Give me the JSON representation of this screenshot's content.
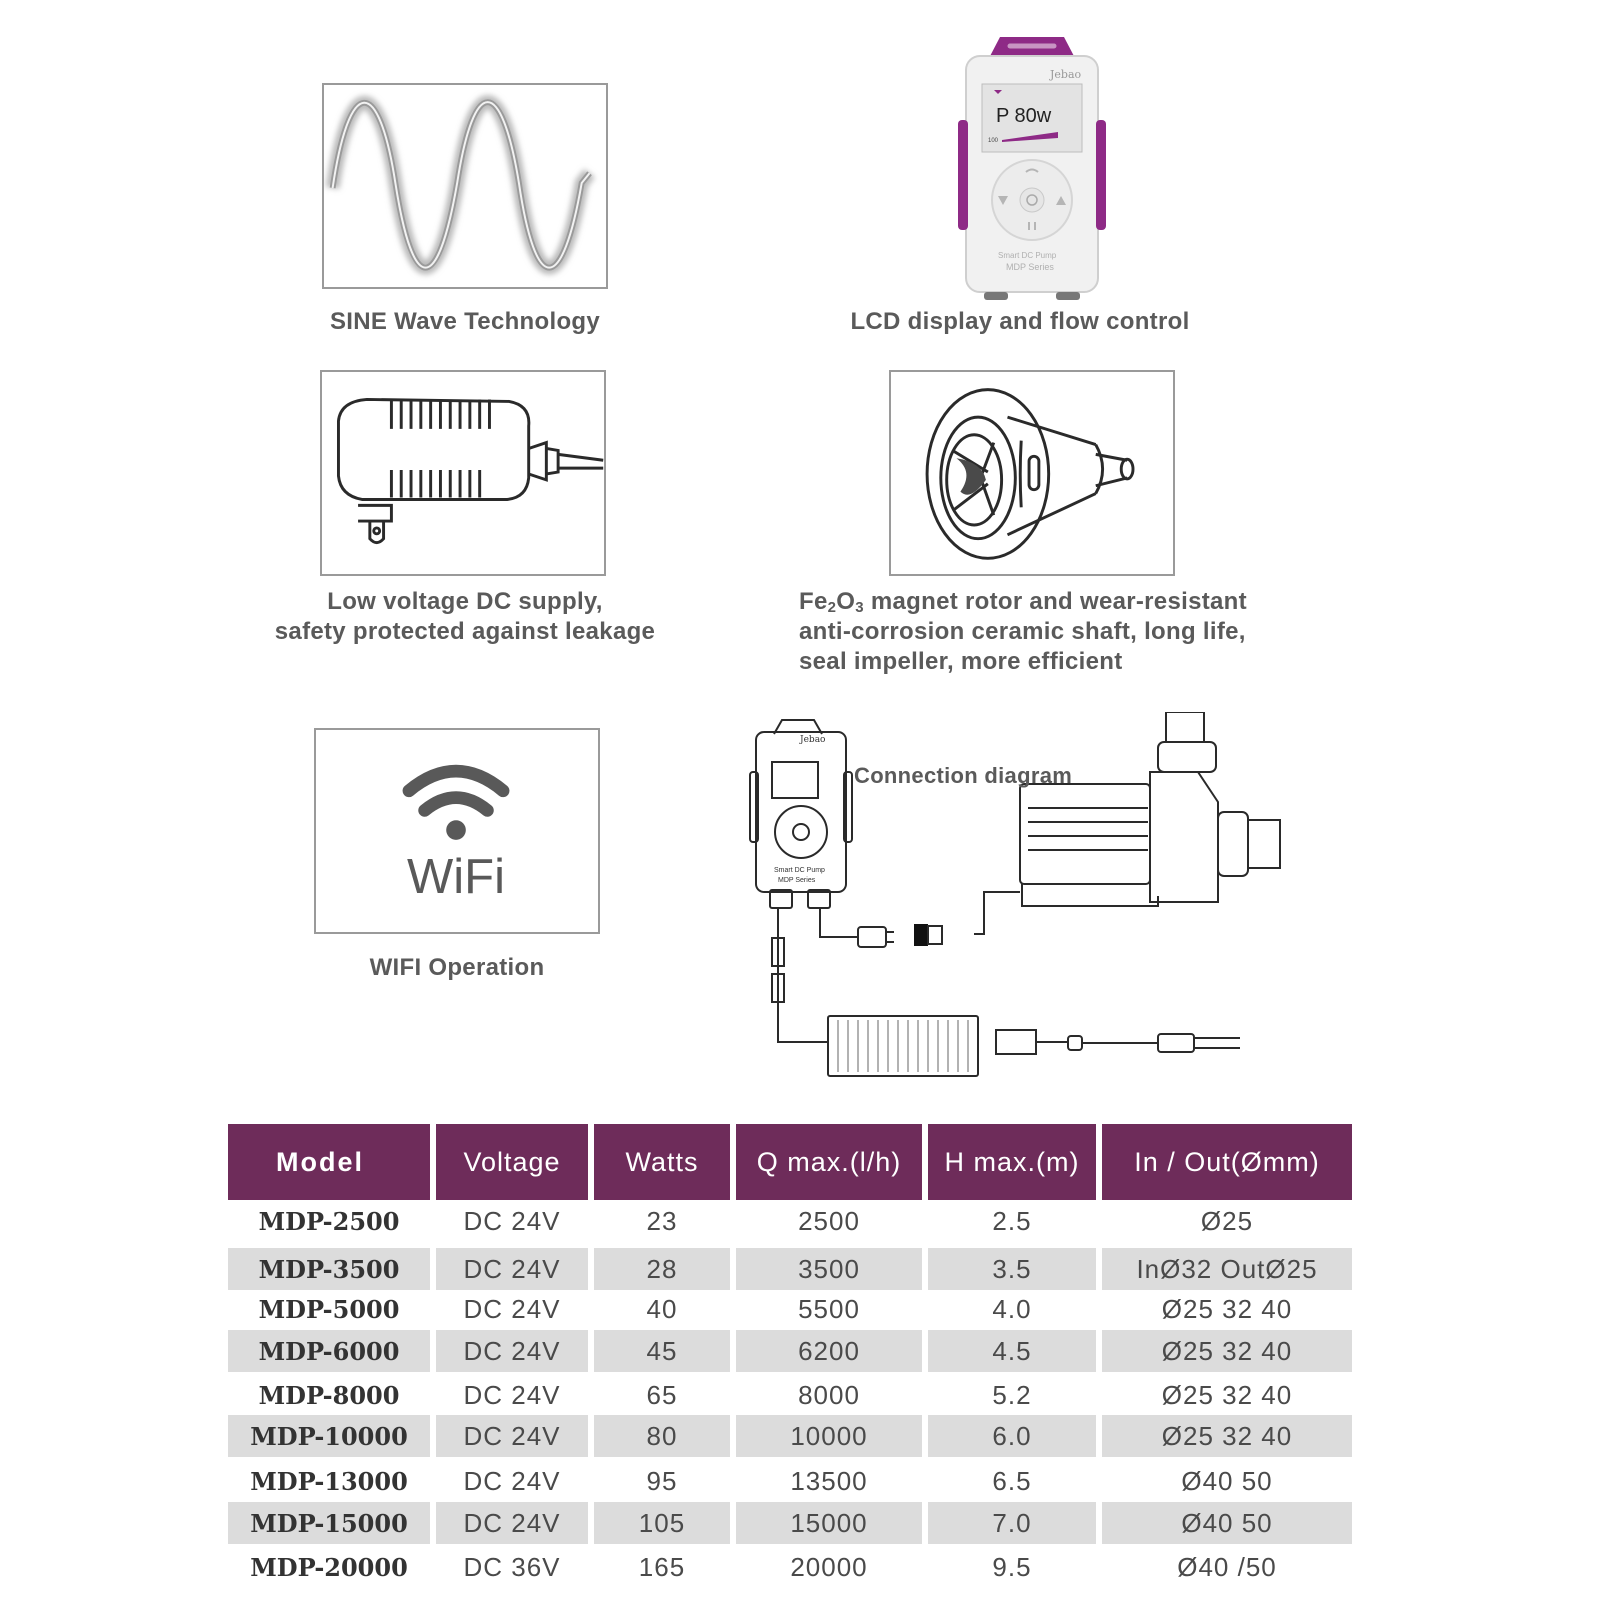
{
  "features": {
    "sine": {
      "caption": "SINE  Wave  Technology"
    },
    "lcd": {
      "caption": "LCD display and flow control",
      "brand": "Jebao",
      "screen_text": "P 80w",
      "screen_scale": "100",
      "label1": "Smart DC Pump",
      "label2": "MDP Series"
    },
    "power": {
      "caption_line1": "Low voltage DC supply,",
      "caption_line2": "safety protected against leakage"
    },
    "rotor": {
      "caption_line1_a": "Fe",
      "caption_line1_sub1": "2",
      "caption_line1_b": "O",
      "caption_line1_sub2": "3",
      "caption_line1_c": " magnet rotor and wear-resistant",
      "caption_line2": "anti-corrosion ceramic shaft, long life,",
      "caption_line3": "seal impeller, more efficient"
    },
    "wifi": {
      "icon_text": "WiFi",
      "caption": "WIFI  Operation"
    },
    "diagram": {
      "title": "Connection diagram",
      "brand": "Jebao",
      "label1": "Smart DC Pump",
      "label2": "MDP Series"
    }
  },
  "table": {
    "headers": [
      "Model",
      "Voltage",
      "Watts",
      "Q  max.(l/h)",
      "H max.(m)",
      "In / Out(Ømm)"
    ],
    "rows": [
      [
        "MDP-2500",
        "DC 24V",
        "23",
        "2500",
        "2.5",
        "Ø25"
      ],
      [
        "MDP-3500",
        "DC 24V",
        "28",
        "3500",
        "3.5",
        "InØ32 OutØ25"
      ],
      [
        "MDP-5000",
        "DC 24V",
        "40",
        "5500",
        "4.0",
        "Ø25 32 40"
      ],
      [
        "MDP-6000",
        "DC 24V",
        "45",
        "6200",
        "4.5",
        "Ø25 32 40"
      ],
      [
        "MDP-8000",
        "DC 24V",
        "65",
        "8000",
        "5.2",
        "Ø25 32 40"
      ],
      [
        "MDP-10000",
        "DC 24V",
        "80",
        "10000",
        "6.0",
        "Ø25 32 40"
      ],
      [
        "MDP-13000",
        "DC 24V",
        "95",
        "13500",
        "6.5",
        "Ø40 50"
      ],
      [
        "MDP-15000",
        "DC 24V",
        "105",
        "15000",
        "7.0",
        "Ø40 50"
      ],
      [
        "MDP-20000",
        "DC 36V",
        "165",
        "20000",
        "9.5",
        "Ø40 /50"
      ]
    ]
  },
  "colors": {
    "header_bg": "#6e2c5a",
    "accent_purple": "#8e2a86",
    "row_shade": "#dcdcdc"
  }
}
